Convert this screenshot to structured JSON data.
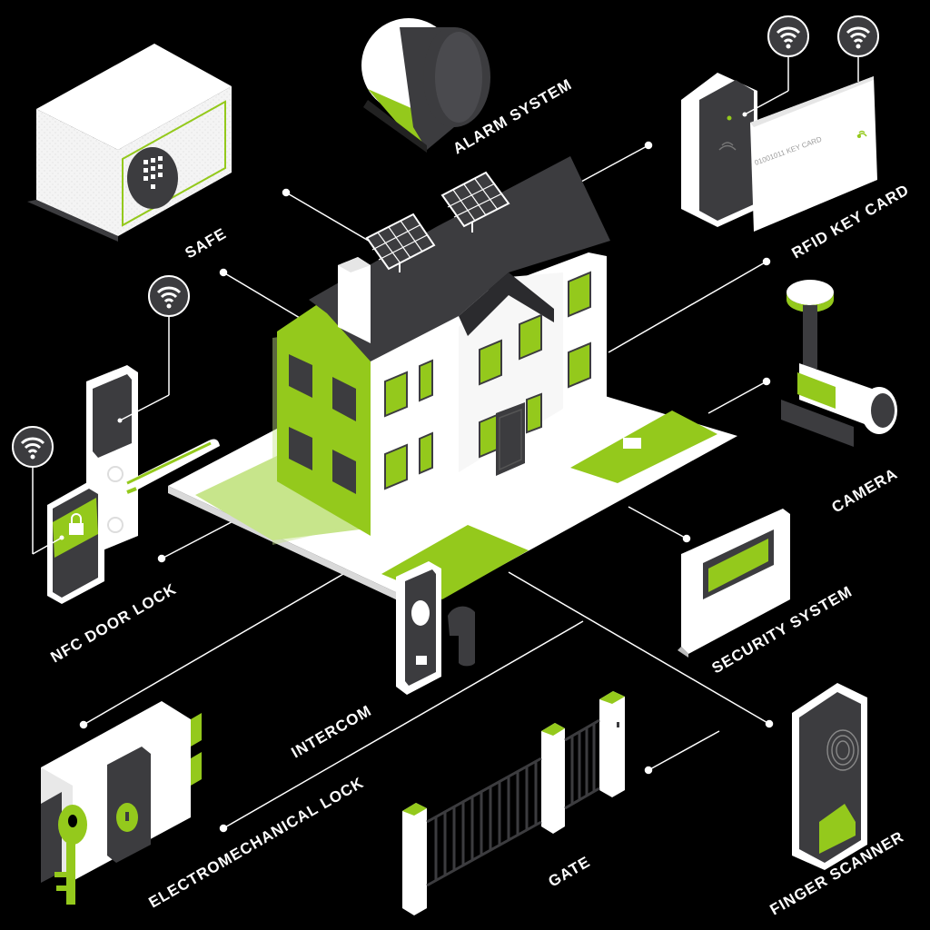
{
  "colors": {
    "background": "#000000",
    "accent": "#94c91c",
    "accent_light": "#c7e58b",
    "dark": "#3c3c3f",
    "white": "#ffffff",
    "connector": "#ffffff"
  },
  "labels": {
    "safe": "SAFE",
    "alarm_system": "ALARM SYSTEM",
    "rfid_key_card": "RFID KEY CARD",
    "camera": "CAMERA",
    "nfc_door_lock": "NFC DOOR LOCK",
    "security_system": "SECURITY SYSTEM",
    "intercom": "INTERCOM",
    "electromechanical_lock": "ELECTROMECHANICAL LOCK",
    "gate": "GATE",
    "finger_scanner": "FINGER SCANNER"
  },
  "key_card_text": "01001011 KEY CARD",
  "icons": [
    "safe-icon",
    "alarm-siren-icon",
    "rfid-reader-icon",
    "key-card-icon",
    "wifi-icon",
    "security-camera-icon",
    "nfc-door-handle-icon",
    "smartphone-lock-icon",
    "security-panel-icon",
    "intercom-icon",
    "electromechanical-lock-icon",
    "key-icon",
    "gate-icon",
    "fingerprint-scanner-icon",
    "solar-panel-icon",
    "house-icon"
  ]
}
